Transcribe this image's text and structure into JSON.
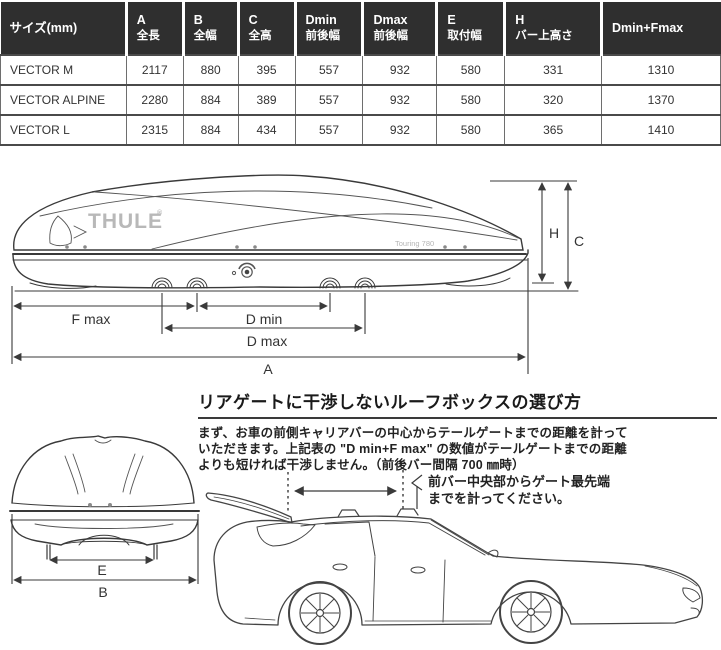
{
  "table": {
    "header": [
      {
        "letter": "サイズ(mm)",
        "sub": ""
      },
      {
        "letter": "A",
        "sub": "全長"
      },
      {
        "letter": "B",
        "sub": "全幅"
      },
      {
        "letter": "C",
        "sub": "全高"
      },
      {
        "letter": "Dmin",
        "sub": "前後幅"
      },
      {
        "letter": "Dmax",
        "sub": "前後幅"
      },
      {
        "letter": "E",
        "sub": "取付幅"
      },
      {
        "letter": "H",
        "sub": "バー上高さ"
      },
      {
        "letter": "Dmin+Fmax",
        "sub": ""
      }
    ],
    "rows": [
      {
        "name": "VECTOR M",
        "values": [
          "2117",
          "880",
          "395",
          "557",
          "932",
          "580",
          "331",
          "1310"
        ]
      },
      {
        "name": "VECTOR ALPINE",
        "values": [
          "2280",
          "884",
          "389",
          "557",
          "932",
          "580",
          "320",
          "1370"
        ]
      },
      {
        "name": "VECTOR L",
        "values": [
          "2315",
          "884",
          "434",
          "557",
          "932",
          "580",
          "365",
          "1410"
        ]
      }
    ]
  },
  "side_diagram": {
    "brand": "THULE",
    "brand_mark": "®",
    "model": "Touring 780",
    "labels": {
      "fmax": "F max",
      "dmin": "D min",
      "dmax": "D max",
      "a": "A",
      "h": "H",
      "c": "C"
    }
  },
  "front_diagram": {
    "labels": {
      "e": "E",
      "b": "B"
    }
  },
  "guide": {
    "heading": "リアゲートに干渉しないルーフボックスの選び方",
    "body_lines": [
      "まず、お車の前側キャリアバーの中心からテールゲートまでの距離を計って",
      "いただきます。上記表の \"D min+F max\" の数値がテールゲートまでの距離",
      "よりも短ければ干渉しません。（前後バー間隔 700 ㎜時）"
    ],
    "callout_lines": [
      "前バー中央部からゲート最先端",
      "までを計ってください。"
    ]
  },
  "colors": {
    "header_bg": "#2f2f2f",
    "header_text": "#ffffff",
    "line_art": "#3a3a3a",
    "logo_gray": "#b8b8b8"
  }
}
